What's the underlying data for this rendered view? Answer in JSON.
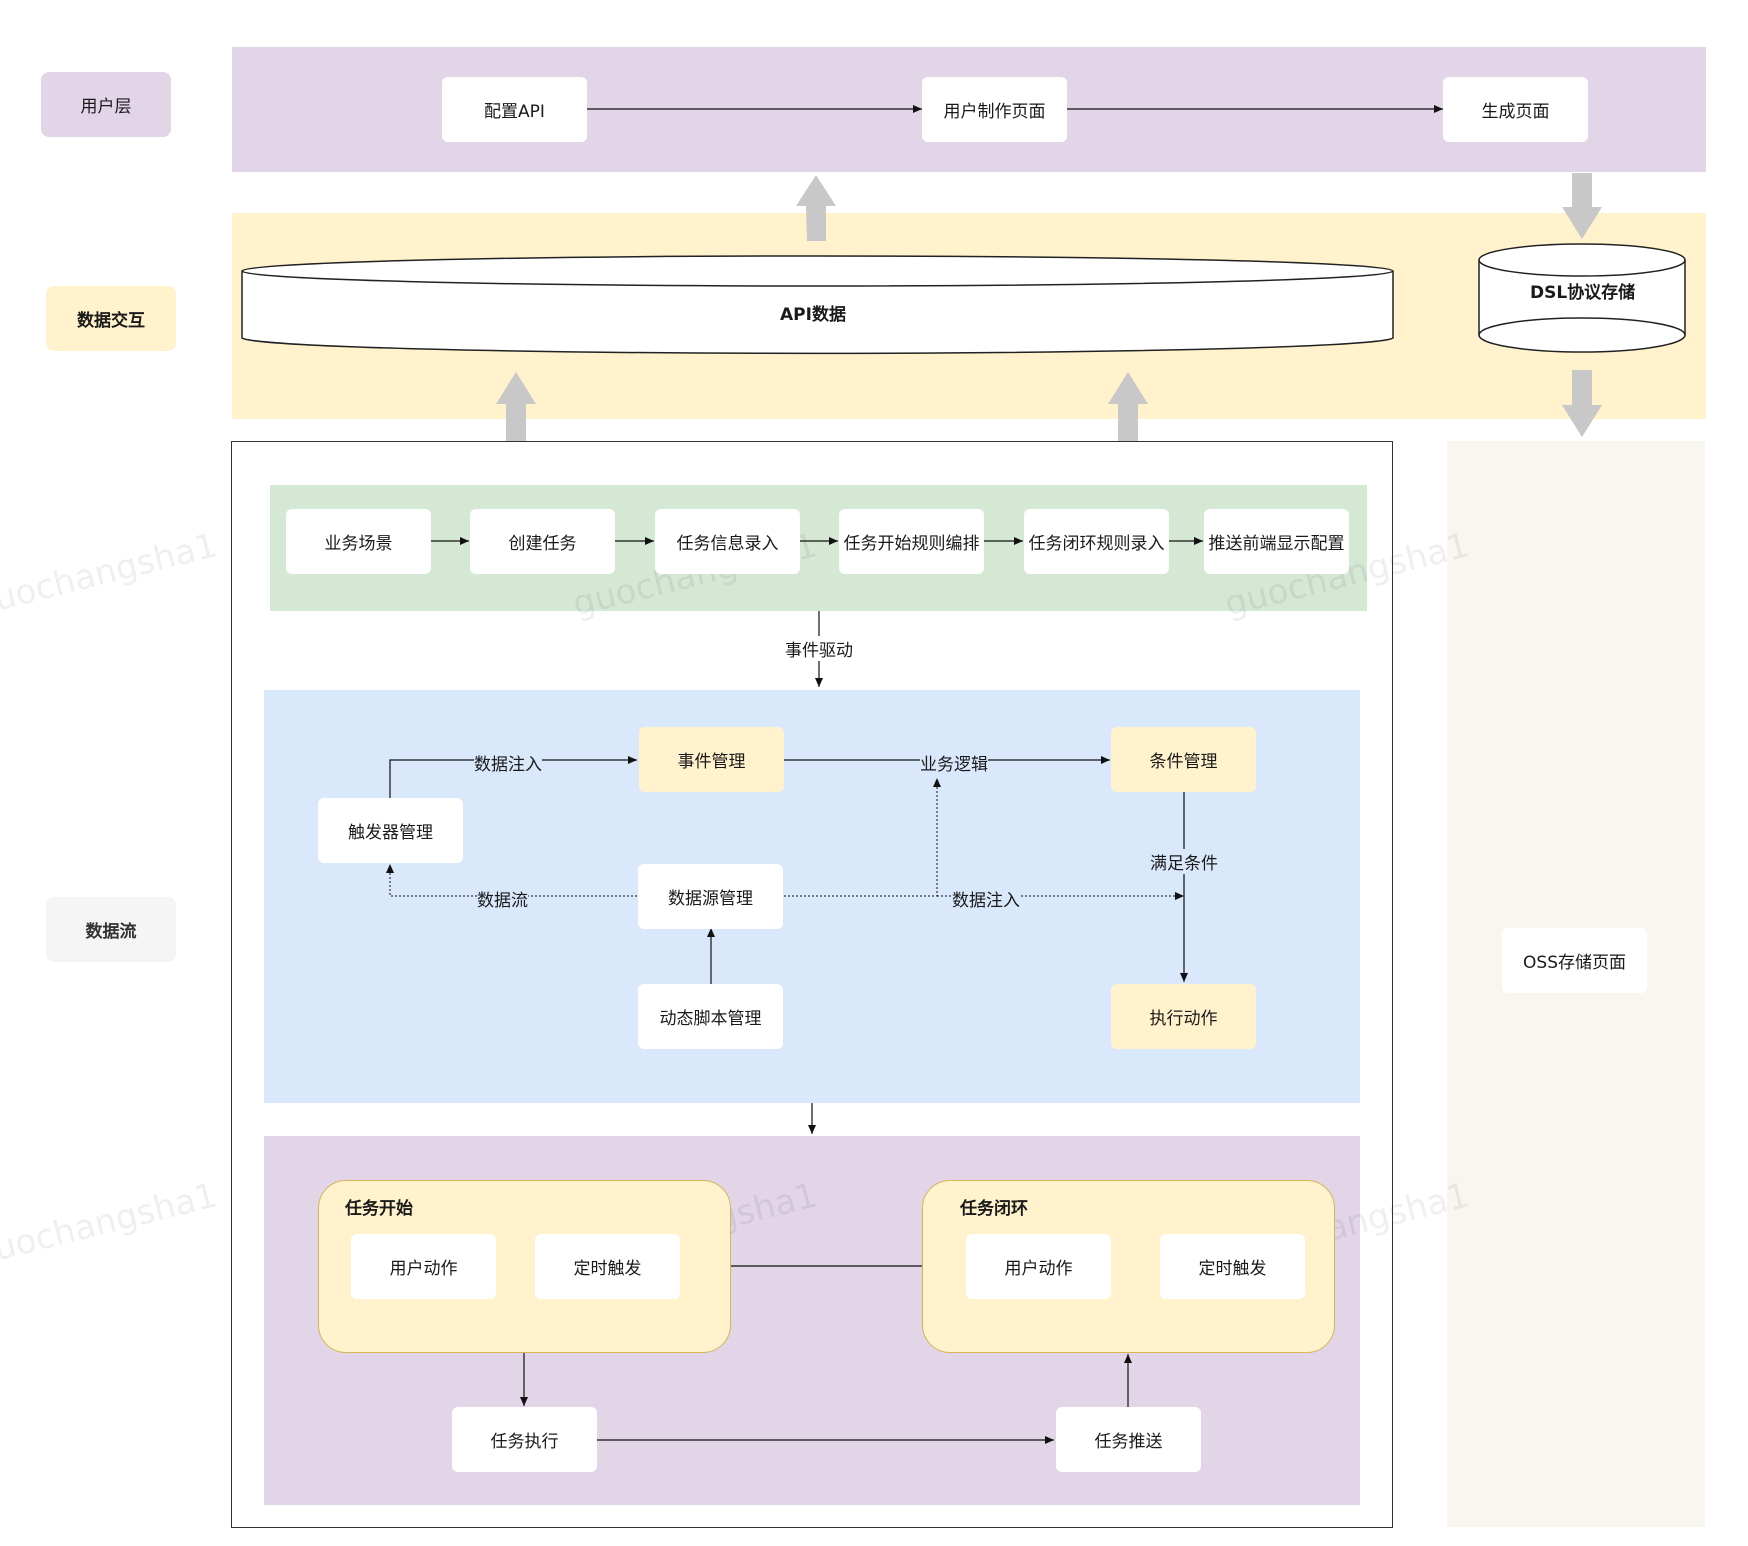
{
  "lanes": {
    "user": "用户层",
    "data_interaction": "数据交互",
    "data_flow": "数据流"
  },
  "user_layer": {
    "config_api": "配置API",
    "user_make_page": "用户制作页面",
    "generate_page": "生成页面"
  },
  "storage": {
    "api_data": "API数据",
    "dsl_storage": "DSL协议存储",
    "oss_page": "OSS存储页面"
  },
  "pipeline": [
    "业务场景",
    "创建任务",
    "任务信息录入",
    "任务开始规则编排",
    "任务闭环规则录入",
    "推送前端显示配置"
  ],
  "event_driven": "事件驱动",
  "engine": {
    "trigger_mgmt": "触发器管理",
    "event_mgmt": "事件管理",
    "condition_mgmt": "条件管理",
    "datasource_mgmt": "数据源管理",
    "dynamic_script": "动态脚本管理",
    "execute_action": "执行动作",
    "labels": {
      "data_inject_1": "数据注入",
      "business_logic": "业务逻辑",
      "data_stream": "数据流",
      "data_inject_2": "数据注入",
      "meet_condition": "满足条件"
    }
  },
  "tasks": {
    "start_group": {
      "title": "任务开始",
      "user_action": "用户动作",
      "timed_trigger": "定时触发"
    },
    "close_group": {
      "title": "任务闭环",
      "user_action": "用户动作",
      "timed_trigger": "定时触发"
    },
    "execute": "任务执行",
    "push": "任务推送"
  },
  "watermark": "guochangsha1",
  "colors": {
    "purple_band": "#e1d5e7",
    "yellow_band": "#fff2cc",
    "green_band": "#d5e8d4",
    "blue_band": "#dae8fc",
    "oss_band": "#f8f6ee",
    "arrow_gray": "#c8c8c8"
  }
}
